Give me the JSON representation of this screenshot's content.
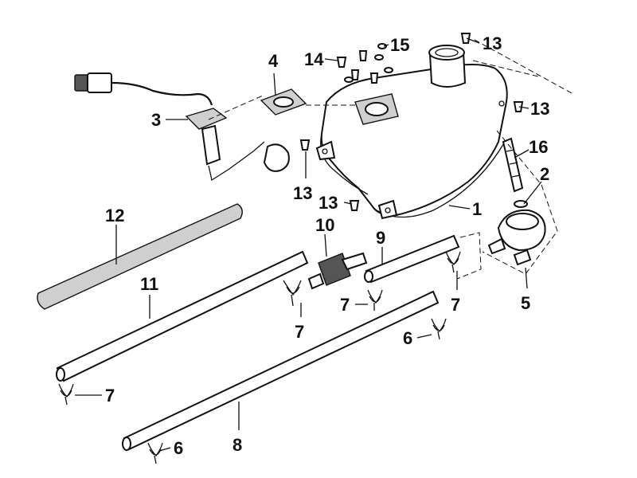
{
  "diagram": {
    "colors": {
      "ink": "#111111",
      "paper": "#ffffff",
      "shade": "#cfcfcf"
    },
    "callouts": [
      {
        "id": "c1",
        "text": "1"
      },
      {
        "id": "c2",
        "text": "2"
      },
      {
        "id": "c3",
        "text": "3"
      },
      {
        "id": "c4",
        "text": "4"
      },
      {
        "id": "c5",
        "text": "5"
      },
      {
        "id": "c6a",
        "text": "6"
      },
      {
        "id": "c6b",
        "text": "6"
      },
      {
        "id": "c7a",
        "text": "7"
      },
      {
        "id": "c7b",
        "text": "7"
      },
      {
        "id": "c7c",
        "text": "7"
      },
      {
        "id": "c7d",
        "text": "7"
      },
      {
        "id": "c8",
        "text": "8"
      },
      {
        "id": "c9",
        "text": "9"
      },
      {
        "id": "c10",
        "text": "10"
      },
      {
        "id": "c11",
        "text": "11"
      },
      {
        "id": "c12",
        "text": "12"
      },
      {
        "id": "c13a",
        "text": "13"
      },
      {
        "id": "c13b",
        "text": "13"
      },
      {
        "id": "c13c",
        "text": "13"
      },
      {
        "id": "c13d",
        "text": "13"
      },
      {
        "id": "c14",
        "text": "14"
      },
      {
        "id": "c15",
        "text": "15"
      },
      {
        "id": "c16",
        "text": "16"
      }
    ]
  }
}
